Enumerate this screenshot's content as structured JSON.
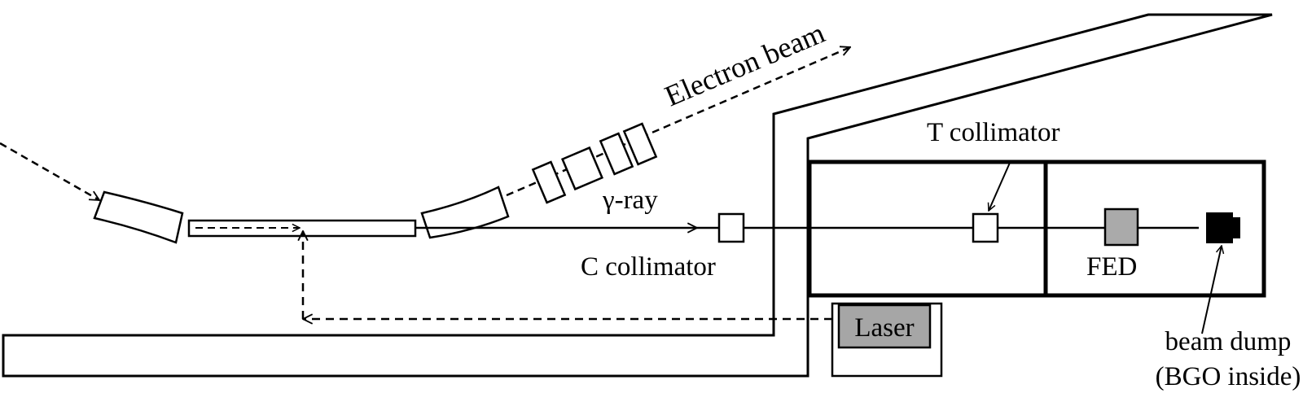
{
  "diagram": {
    "labels": {
      "electron_beam": "Electron beam",
      "gamma_ray": "γ-ray",
      "c_collimator": "C collimator",
      "t_collimator": "T collimator",
      "fed": "FED",
      "laser": "Laser",
      "beam_dump_line1": "beam dump",
      "beam_dump_line2": "(BGO inside)"
    },
    "colors": {
      "line": "#000000",
      "fed_fill": "#aaaaaa",
      "laser_fill": "#a6a6a6",
      "beam_dump_fill": "#000000"
    }
  }
}
